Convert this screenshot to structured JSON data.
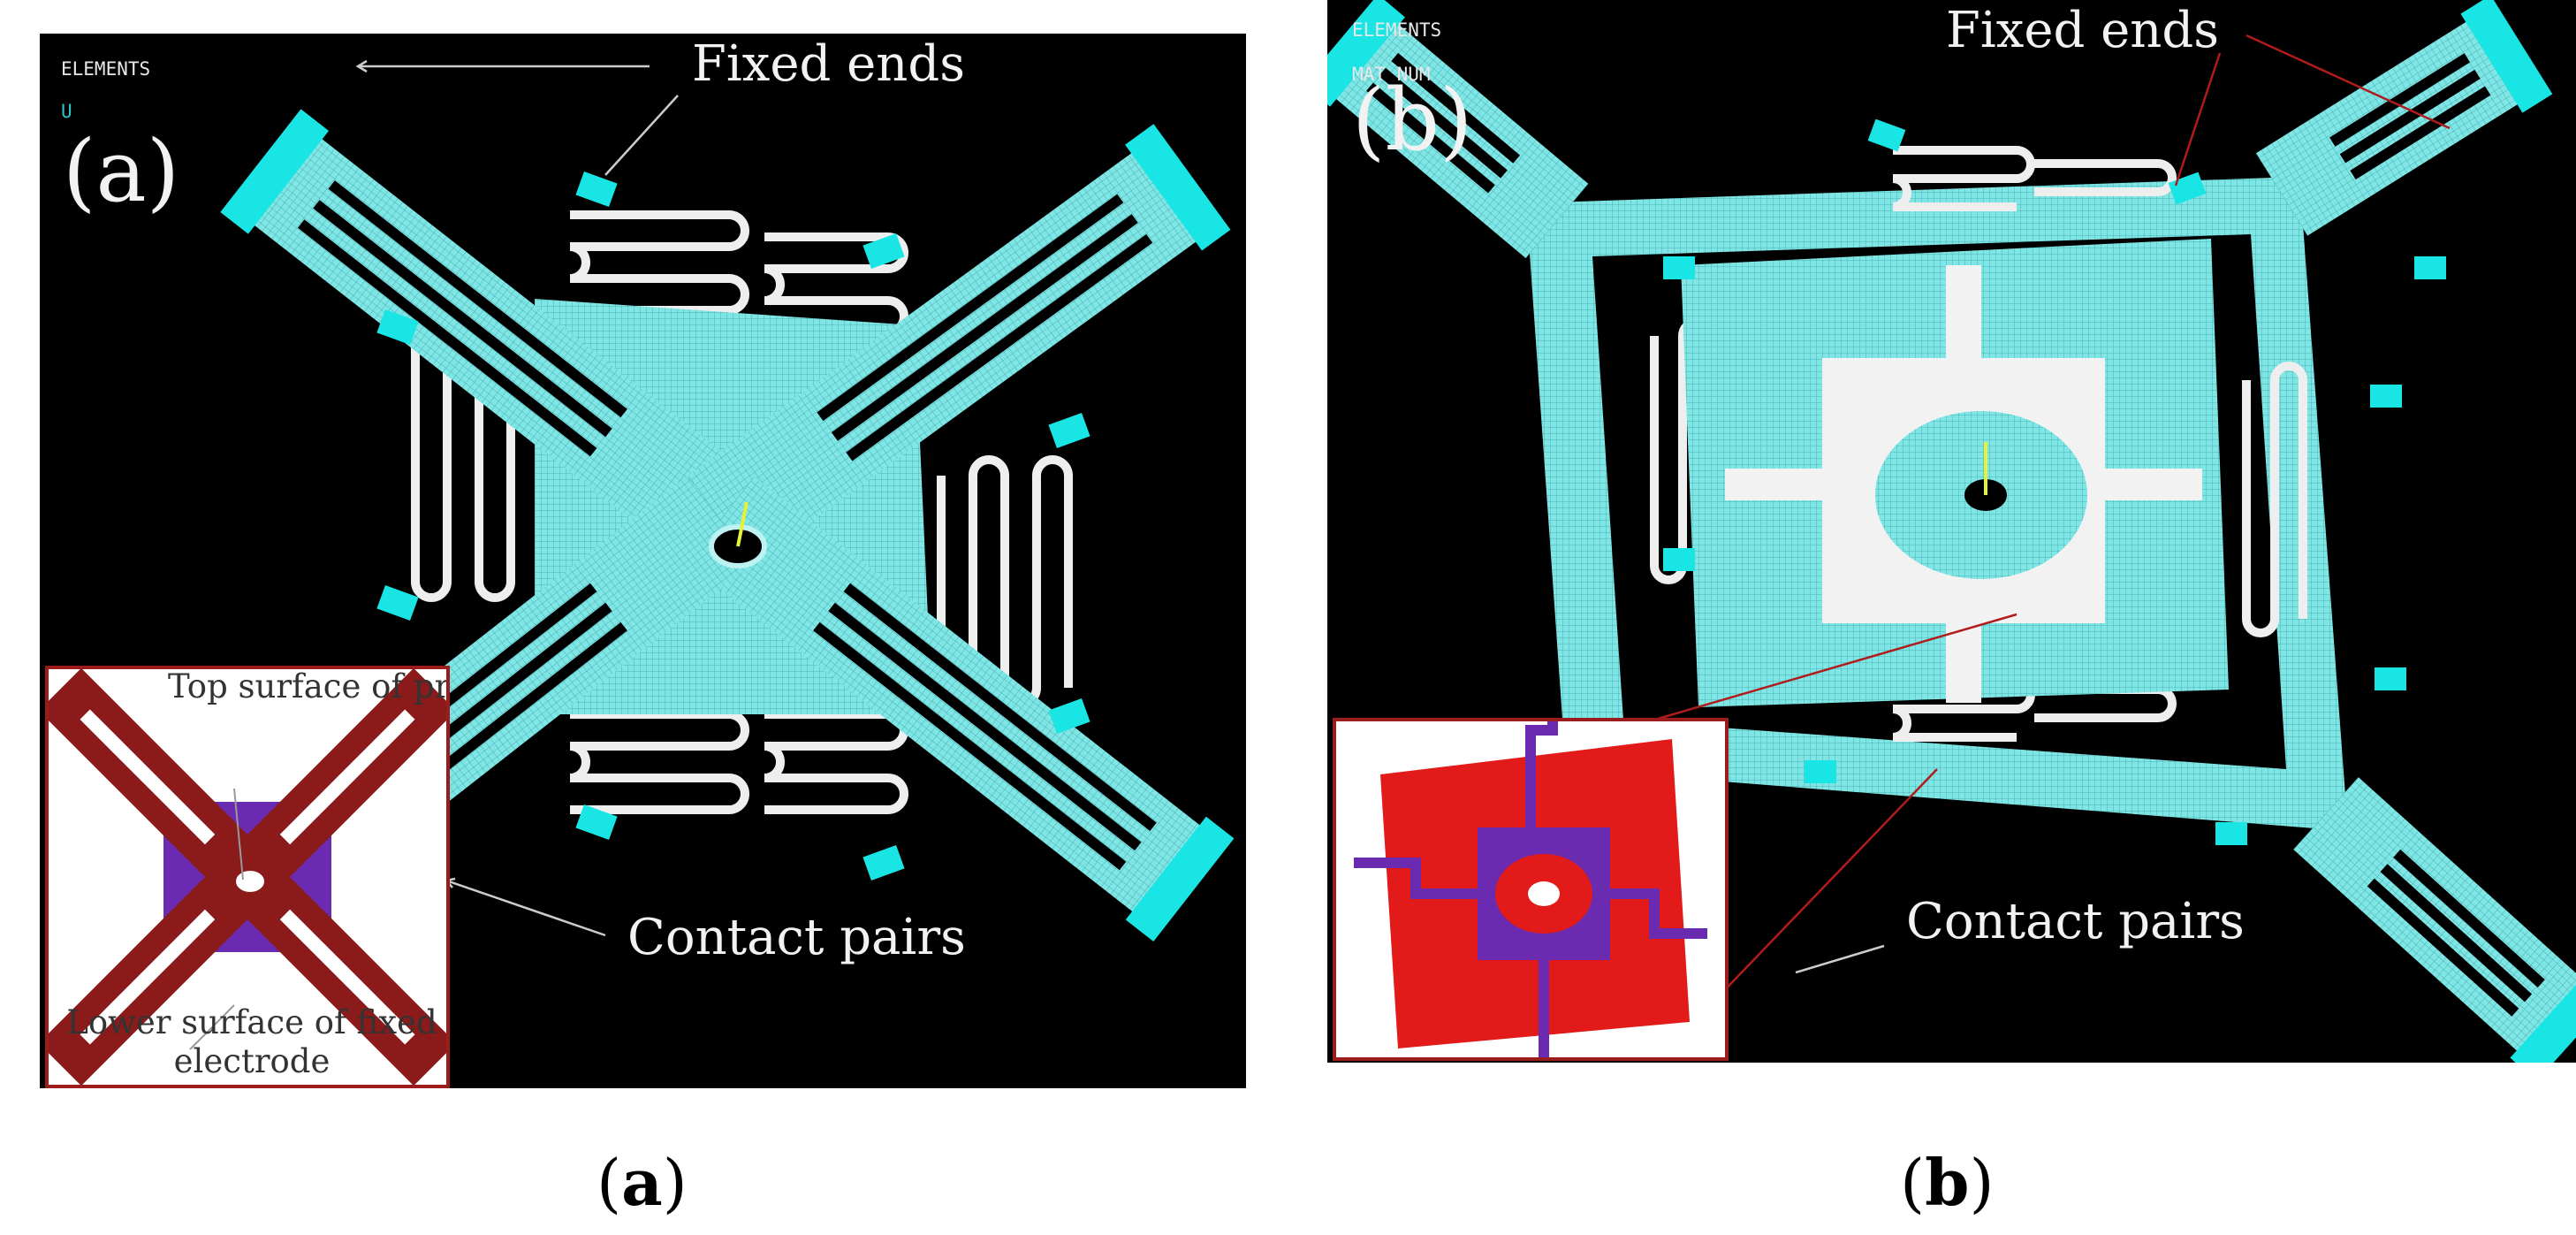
{
  "panel_a": {
    "tag": "(a)",
    "ansys_header": "ELEMENTS",
    "ansys_line2": "U",
    "callout_fixed": "Fixed ends",
    "callout_contact": "Contact pairs",
    "inset_top": "Top surface of proof mass",
    "inset_lower": "Lower surface of fixed electrode"
  },
  "panel_b": {
    "tag": "(b)",
    "ansys_header": "ELEMENTS",
    "ansys_line2": "MAT NUM",
    "callout_fixed": "Fixed ends",
    "callout_contact": "Contact pairs"
  },
  "captions": {
    "a": "a",
    "b": "b"
  },
  "colors": {
    "mesh": "#7fe5e5",
    "spring": "#eeeeee",
    "fixed": "#19e5e5",
    "inset_red": "#e31a1a",
    "inset_purple": "#6a2bb0",
    "inset_dark_red": "#8b1a1a"
  }
}
